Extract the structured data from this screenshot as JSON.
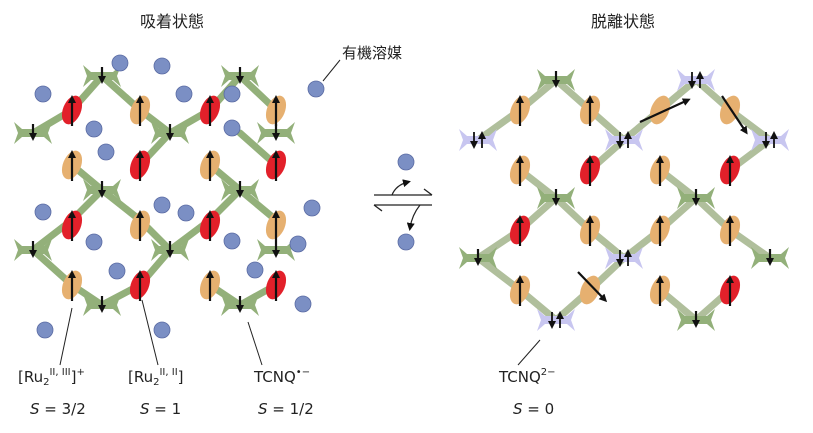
{
  "left": {
    "title": "吸着状態",
    "solvent_label": "有機溶媒",
    "legend": [
      {
        "formula_main": "[Ru",
        "formula_sub": "2",
        "formula_sup": "II, III",
        "formula_tail": "]",
        "charge": "+",
        "spin_var": "S",
        "spin_value": " = 3/2"
      },
      {
        "formula_main": "[Ru",
        "formula_sub": "2",
        "formula_sup": "II, II",
        "formula_tail": "]",
        "charge": "",
        "spin_var": "S",
        "spin_value": " = 1"
      },
      {
        "formula_main": "TCNQ",
        "formula_sub": "",
        "formula_sup": "•−",
        "formula_tail": "",
        "charge": "",
        "spin_var": "S",
        "spin_value": " = 1/2"
      }
    ]
  },
  "right": {
    "title": "脱離状態",
    "legend": [
      {
        "formula_main": "TCNQ",
        "formula_sup": "2−",
        "spin_var": "S",
        "spin_value": " = 0"
      }
    ]
  },
  "colors": {
    "tcnq_radical": "#93b07a",
    "tcnq_dianion": "#c8c6f0",
    "ru_mixed": "#e2202a",
    "ru_neutral": "#e6b070",
    "solvent": "#7b8fc4"
  },
  "icons": {
    "spin": "arrow-glyph",
    "equilibrium": "harpoon-arrows"
  }
}
